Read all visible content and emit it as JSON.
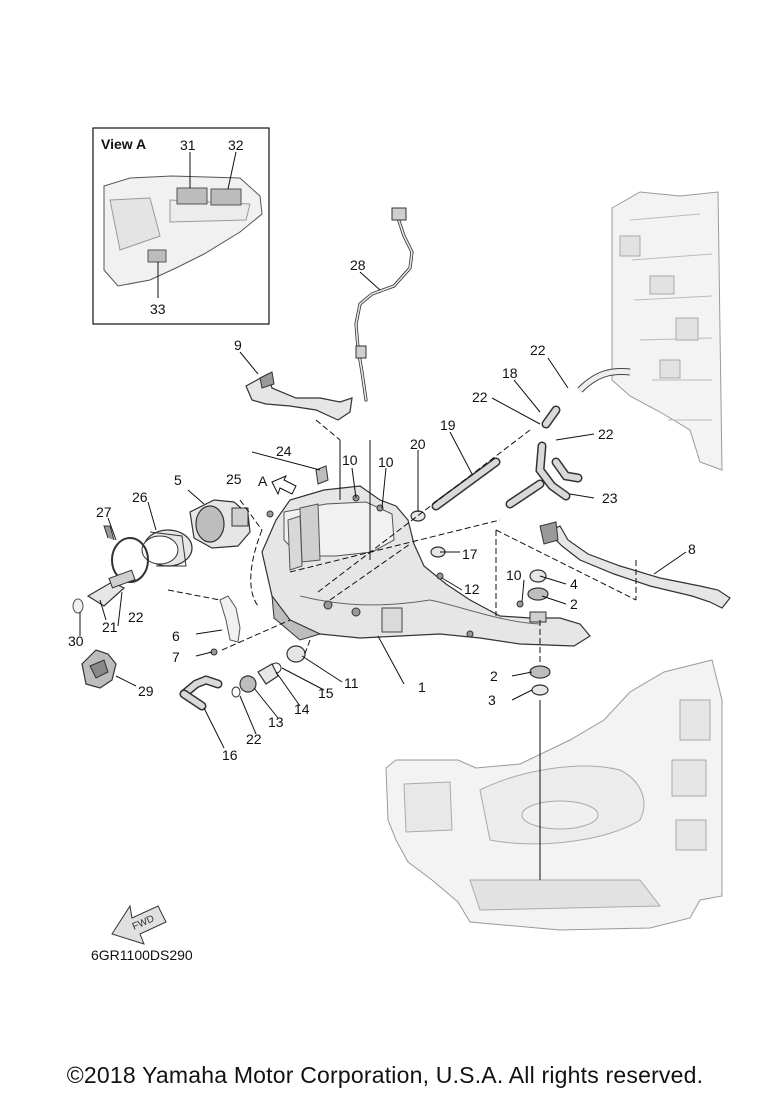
{
  "diagram": {
    "inset_title": "View A",
    "view_marker": "A",
    "fwd_label": "FWD",
    "code": "6GR1100DS290",
    "callouts": [
      "1",
      "2",
      "2",
      "3",
      "4",
      "5",
      "6",
      "7",
      "8",
      "9",
      "10",
      "10",
      "10",
      "11",
      "12",
      "13",
      "14",
      "15",
      "16",
      "17",
      "18",
      "19",
      "20",
      "21",
      "22",
      "22",
      "22",
      "22",
      "22",
      "23",
      "24",
      "25",
      "26",
      "27",
      "28",
      "29",
      "30",
      "31",
      "32",
      "33"
    ]
  },
  "footer": {
    "copyright": "©2018 Yamaha Motor Corporation, U.S.A. All rights reserved."
  }
}
